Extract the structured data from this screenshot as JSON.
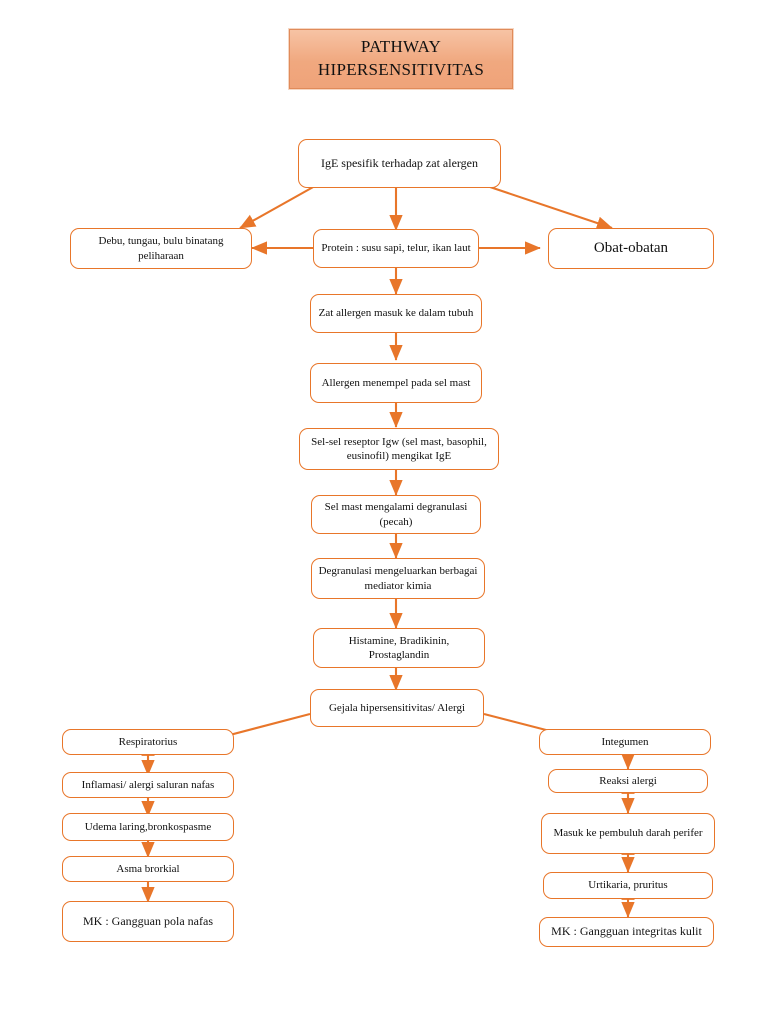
{
  "title": {
    "line1": "PATHWAY",
    "line2": "HIPERSENSITIVITAS",
    "fill_color": "#f0a87f",
    "border_color": "#e08b5a"
  },
  "theme": {
    "node_border_color": "#e8762a",
    "node_fill_color": "#ffffff",
    "connector_color": "#e8762a",
    "text_color": "#111111"
  },
  "chart_data": {
    "type": "diagram",
    "diagram_kind": "flowchart",
    "title": "PATHWAY HIPERSENSITIVITAS",
    "nodes": [
      {
        "id": "ige",
        "label": "IgE spesifik terhadap zat alergen"
      },
      {
        "id": "debu",
        "label": "Debu, tungau, bulu binatang peliharaan"
      },
      {
        "id": "protein",
        "label": "Protein : susu sapi, telur, ikan laut"
      },
      {
        "id": "obat",
        "label": "Obat-obatan"
      },
      {
        "id": "zat",
        "label": "Zat allergen masuk ke dalam tubuh"
      },
      {
        "id": "menempel",
        "label": "Allergen menempel pada sel mast"
      },
      {
        "id": "reseptor",
        "label": "Sel-sel reseptor Igw (sel mast, basophil, eusinofil) mengikat IgE"
      },
      {
        "id": "degran",
        "label": "Sel mast mengalami degranulasi (pecah)"
      },
      {
        "id": "mediator",
        "label": "Degranulasi mengeluarkan berbagai mediator kimia"
      },
      {
        "id": "histamine",
        "label": "Histamine, Bradikinin, Prostaglandin"
      },
      {
        "id": "gejala",
        "label": "Gejala hipersensitivitas/ Alergi"
      },
      {
        "id": "resp",
        "label": "Respiratorius"
      },
      {
        "id": "inflamasi",
        "label": "Inflamasi/ alergi saluran nafas"
      },
      {
        "id": "udema",
        "label": "Udema laring,bronkospasme"
      },
      {
        "id": "asma",
        "label": "Asma brorkial"
      },
      {
        "id": "mk_nafas",
        "label": "MK : Gangguan pola nafas"
      },
      {
        "id": "integumen",
        "label": "Integumen"
      },
      {
        "id": "reaksi",
        "label": "Reaksi alergi"
      },
      {
        "id": "pembuluh",
        "label": "Masuk ke pembuluh darah perifer"
      },
      {
        "id": "urtikaria",
        "label": "Urtikaria, pruritus"
      },
      {
        "id": "mk_kulit",
        "label": "MK : Gangguan integritas kulit"
      }
    ],
    "edges": [
      {
        "from": "ige",
        "to": "debu",
        "style": "diagonal-arrow"
      },
      {
        "from": "ige",
        "to": "protein",
        "style": "straight-arrow"
      },
      {
        "from": "ige",
        "to": "obat",
        "style": "diagonal-arrow"
      },
      {
        "from": "protein",
        "to": "debu",
        "style": "horizontal-arrow"
      },
      {
        "from": "protein",
        "to": "obat",
        "style": "horizontal-arrow"
      },
      {
        "from": "protein",
        "to": "zat",
        "style": "straight-arrow"
      },
      {
        "from": "zat",
        "to": "menempel",
        "style": "straight-arrow"
      },
      {
        "from": "menempel",
        "to": "reseptor",
        "style": "straight-arrow"
      },
      {
        "from": "reseptor",
        "to": "degran",
        "style": "straight-arrow"
      },
      {
        "from": "degran",
        "to": "mediator",
        "style": "straight-arrow"
      },
      {
        "from": "mediator",
        "to": "histamine",
        "style": "straight-arrow"
      },
      {
        "from": "histamine",
        "to": "gejala",
        "style": "straight-arrow"
      },
      {
        "from": "gejala",
        "to": "resp",
        "style": "diagonal-arrow"
      },
      {
        "from": "gejala",
        "to": "integumen",
        "style": "diagonal-arrow"
      },
      {
        "from": "resp",
        "to": "inflamasi",
        "style": "double-arrow"
      },
      {
        "from": "inflamasi",
        "to": "udema",
        "style": "double-arrow"
      },
      {
        "from": "udema",
        "to": "asma",
        "style": "double-arrow"
      },
      {
        "from": "asma",
        "to": "mk_nafas",
        "style": "double-arrow"
      },
      {
        "from": "integumen",
        "to": "reaksi",
        "style": "double-arrow"
      },
      {
        "from": "reaksi",
        "to": "pembuluh",
        "style": "double-arrow"
      },
      {
        "from": "pembuluh",
        "to": "urtikaria",
        "style": "double-arrow"
      },
      {
        "from": "urtikaria",
        "to": "mk_kulit",
        "style": "double-arrow"
      }
    ]
  }
}
